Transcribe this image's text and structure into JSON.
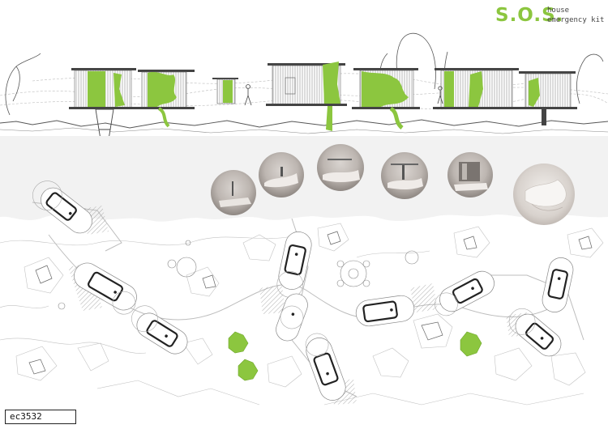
{
  "title": {
    "main": "S.O.S.",
    "sub_line1": "house",
    "sub_line2": "emergency kit"
  },
  "project_code": "ec3532",
  "colors": {
    "accent_green": "#8cc63f",
    "line_dark": "#222222",
    "line_light": "#bbbbbb",
    "ground_band": "#f2f2f2",
    "hatch": "#999999"
  }
}
